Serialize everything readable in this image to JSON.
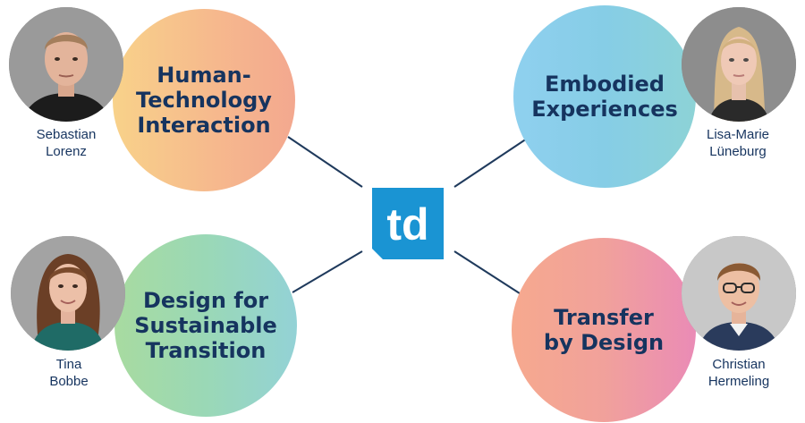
{
  "colors": {
    "text_navy": "#16345f",
    "logo_blue": "#1a94d3",
    "connector": "#1f3a5c"
  },
  "logo": {
    "text": "td"
  },
  "topics": [
    {
      "id": "hti",
      "label": "Human-\nTechnology\nInteraction"
    },
    {
      "id": "ee",
      "label": "Embodied\nExperiences"
    },
    {
      "id": "dst",
      "label": "Design for\nSustainable\nTransition"
    },
    {
      "id": "tbd",
      "label": "Transfer\nby Design"
    }
  ],
  "people": [
    {
      "name": "Sebastian\nLorenz"
    },
    {
      "name": "Lisa-Marie\nLüneburg"
    },
    {
      "name": "Tina\nBobbe"
    },
    {
      "name": "Christian\nHermeling"
    }
  ]
}
